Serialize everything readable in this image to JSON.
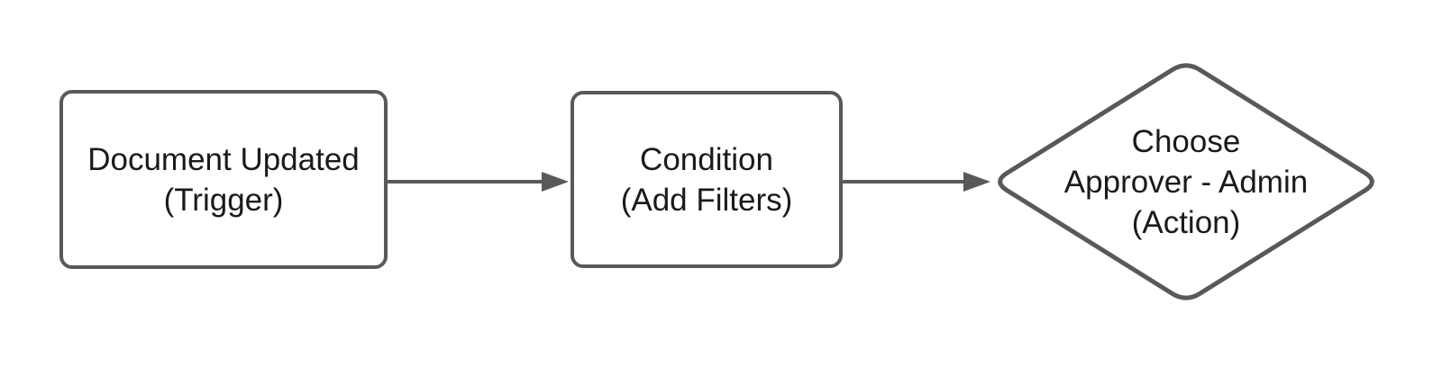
{
  "canvas": {
    "background_color": "#ffffff",
    "shape_stroke_color": "#595959",
    "shape_fill_color": "#ffffff",
    "text_color": "#1a1a1a",
    "connector_color": "#595959"
  },
  "nodes": [
    {
      "id": "trigger",
      "shape": "rounded-rectangle",
      "lines": [
        "Document Updated",
        "(Trigger)"
      ]
    },
    {
      "id": "condition",
      "shape": "rounded-rectangle",
      "lines": [
        "Condition",
        "(Add Filters)"
      ]
    },
    {
      "id": "approver",
      "shape": "diamond",
      "lines": [
        "Choose",
        "Approver - Admin",
        "(Action)"
      ]
    }
  ],
  "connectors": [
    {
      "from": "trigger",
      "to": "condition",
      "type": "arrow-right"
    },
    {
      "from": "condition",
      "to": "approver",
      "type": "arrow-right"
    }
  ]
}
